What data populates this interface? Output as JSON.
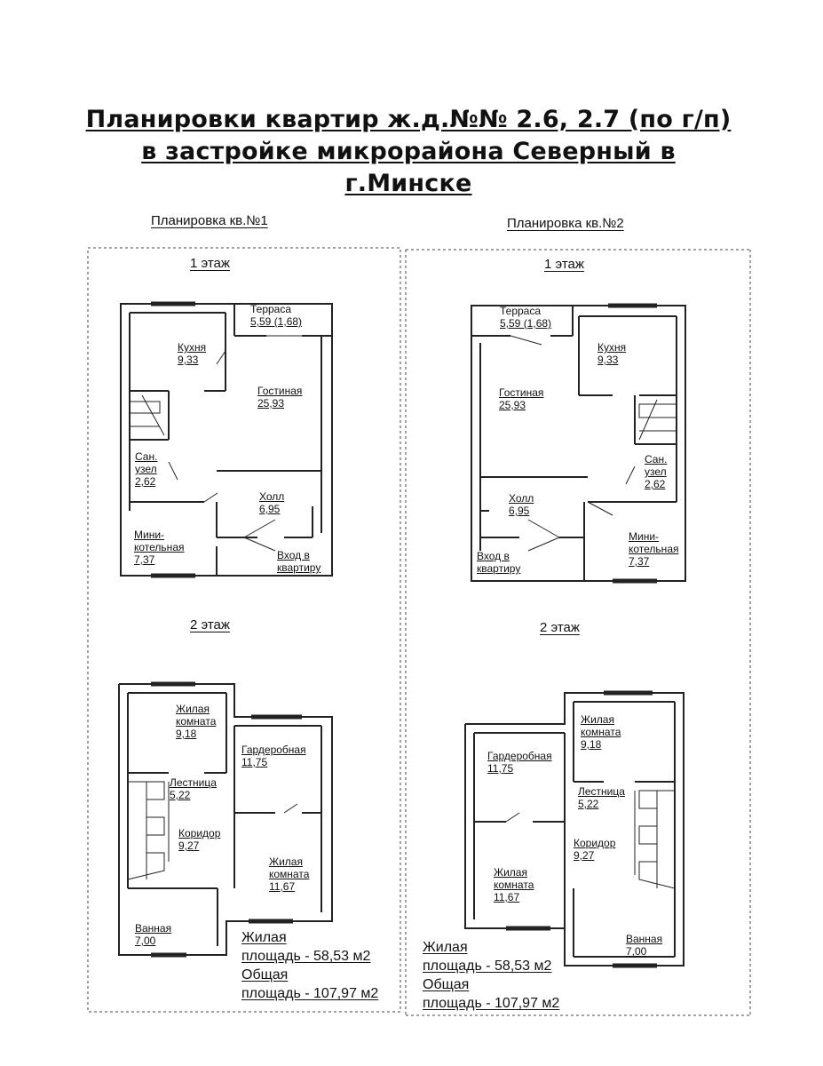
{
  "title": {
    "line1": "Планировки квартир ж.д.№№ 2.6, 2.7  (по г/п)",
    "line2": "в застройке микрорайона Северный в",
    "line3": "г.Минске"
  },
  "plan1": {
    "caption": "Планировка кв.№1",
    "floor1": "1 этаж",
    "floor2": "2 этаж",
    "rooms1": {
      "terrace": "Терраса",
      "terrace_area": "5,59 (1,68)",
      "kitchen": "Кухня",
      "kitchen_area": "9,33",
      "living": "Гостиная",
      "living_area": "25,93",
      "bath_a": "Сан.",
      "bath_b": "узел",
      "bath_area": "2,62",
      "hall": "Холл",
      "hall_area": "6,95",
      "boiler_a": "Мини-",
      "boiler_b": "котельная",
      "boiler_area": "7,37",
      "entry_a": "Вход в",
      "entry_b": "квартиру"
    },
    "rooms2": {
      "room1_a": "Жилая",
      "room1_b": "комната",
      "room1_area": "9,18",
      "wardrobe": "Гардеробная",
      "wardrobe_area": "11,75",
      "stairs": "Лестница",
      "stairs_area": "5,22",
      "corridor": "Коридор",
      "corridor_area": "9,27",
      "room2_a": "Жилая",
      "room2_b": "комната",
      "room2_area": "11,67",
      "bathroom": "Ванная",
      "bathroom_area": "7,00"
    },
    "living_area_label": "Жилая",
    "living_area_value": "площадь - 58,53 м2",
    "total_area_label": "Общая",
    "total_area_value": "площадь - 107,97 м2"
  },
  "plan2": {
    "caption": "Планировка кв.№2",
    "floor1": "1 этаж",
    "floor2": "2 этаж",
    "rooms1": {
      "terrace": "Терраса",
      "terrace_area": "5,59 (1,68)",
      "kitchen": "Кухня",
      "kitchen_area": "9,33",
      "living": "Гостиная",
      "living_area": "25,93",
      "bath_a": "Сан.",
      "bath_b": "узел",
      "bath_area": "2,62",
      "hall": "Холл",
      "hall_area": "6,95",
      "boiler_a": "Мини-",
      "boiler_b": "котельная",
      "boiler_area": "7,37",
      "entry_a": "Вход в",
      "entry_b": "квартиру"
    },
    "rooms2": {
      "room1_a": "Жилая",
      "room1_b": "комната",
      "room1_area": "9,18",
      "wardrobe": "Гардеробная",
      "wardrobe_area": "11,75",
      "stairs": "Лестница",
      "stairs_area": "5,22",
      "corridor": "Коридор",
      "corridor_area": "9,27",
      "room2_a": "Жилая",
      "room2_b": "комната",
      "room2_area": "11,67",
      "bathroom": "Ванная",
      "bathroom_area": "7,00"
    },
    "living_area_label": "Жилая",
    "living_area_value": "площадь - 58,53 м2",
    "total_area_label": "Общая",
    "total_area_value": "площадь - 107,97 м2"
  }
}
